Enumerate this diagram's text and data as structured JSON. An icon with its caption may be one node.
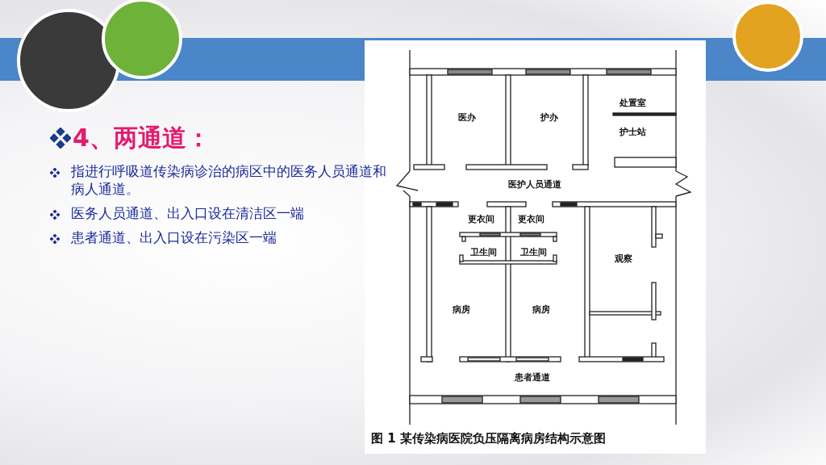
{
  "diagram": {
    "title": "4、两通道：",
    "caption": "图 1 某传染病医院负压隔离病房结构示意图",
    "nodes": [
      {
        "text": [
          "医办"
        ]
      },
      {
        "text": [
          "护办"
        ]
      },
      {
        "text": [
          "处置室"
        ]
      },
      {
        "text": [
          "护士站"
        ]
      },
      {
        "text": [
          "医护人员通道"
        ]
      },
      {
        "text": [
          "更衣间"
        ]
      },
      {
        "text": [
          "更衣间"
        ]
      },
      {
        "text": [
          "卫生间"
        ]
      },
      {
        "text": [
          "卫生间"
        ]
      },
      {
        "text": [
          "观察"
        ]
      },
      {
        "text": [
          "病房"
        ]
      },
      {
        "text": [
          "病房"
        ]
      },
      {
        "text": [
          "患者通道"
        ]
      }
    ],
    "labels": [
      "指进行呼吸道传染病诊治的病区中的医务人员通道和病人通道。",
      "医务人员通道、出入口设在清洁区一端",
      "患者通道、出入口设在污染区一端"
    ]
  }
}
